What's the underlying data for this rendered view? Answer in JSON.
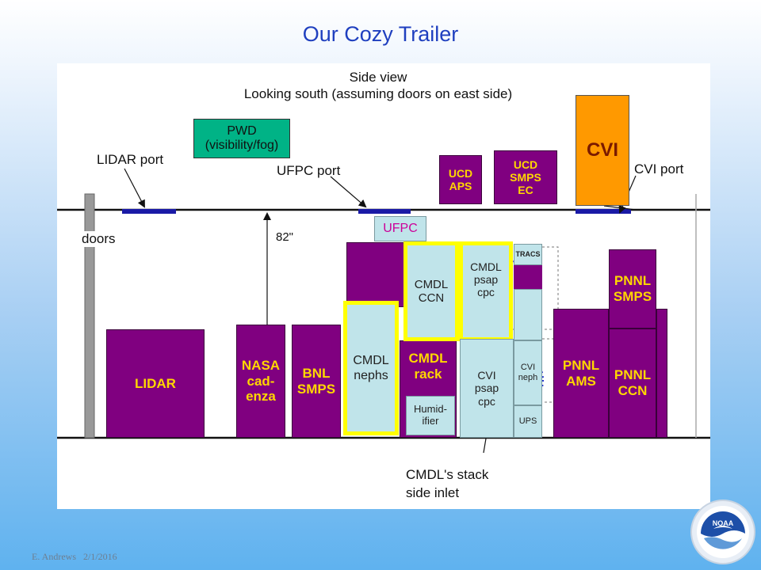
{
  "title": "Our Cozy Trailer",
  "diagram": {
    "heading_line1": "Side view",
    "heading_line2": "Looking south (assuming doors on east side)",
    "labels": {
      "lidar_port": "LIDAR port",
      "ufpc_port": "UFPC port",
      "cvi_port": "CVI port",
      "doors": "doors",
      "height": "82\"",
      "stack_inlet_line1": "CMDL's stack",
      "stack_inlet_line2": "side inlet"
    },
    "boxes": {
      "pwd": "PWD\n(visibility/fog)",
      "ucd_aps": "UCD\nAPS",
      "ucd_smps_ec": "UCD\nSMPS\nEC",
      "cvi": "CVI",
      "ufpc": "UFPC",
      "lidar": "LIDAR",
      "nasa_cadenza": "NASA\ncad-\nenza",
      "bnl_smps": "BNL\nSMPS",
      "cmdl_nephs": "CMDL\nnephs",
      "cmdl_rack": "CMDL\nrack",
      "humidifier": "Humid-\nifier",
      "cmdl_ccn": "CMDL\nCCN",
      "cmdl_psap_cpc": "CMDL\npsap\ncpc",
      "tracs": "TRACS",
      "cvi_psap_cpc": "CVI\npsap\ncpc",
      "cvi_neph": "CVI\nneph",
      "ups": "UPS",
      "pnnl_smps": "PNNL\nSMPS",
      "pnnl_ams": "PNNL\nAMS",
      "pnnl_ccn": "PNNL\nCCN"
    },
    "colors": {
      "instrument": "#800080",
      "instrument_text": "#ffd700",
      "cmdl": "#c0e4ea",
      "highlight": "#ffff00",
      "cvi": "#ff9900",
      "pwd": "#00b386",
      "port": "#1a1aa6"
    }
  },
  "footer": {
    "author": "E. Andrews",
    "date": "2/1/2016"
  },
  "logo": {
    "text": "NOAA"
  }
}
